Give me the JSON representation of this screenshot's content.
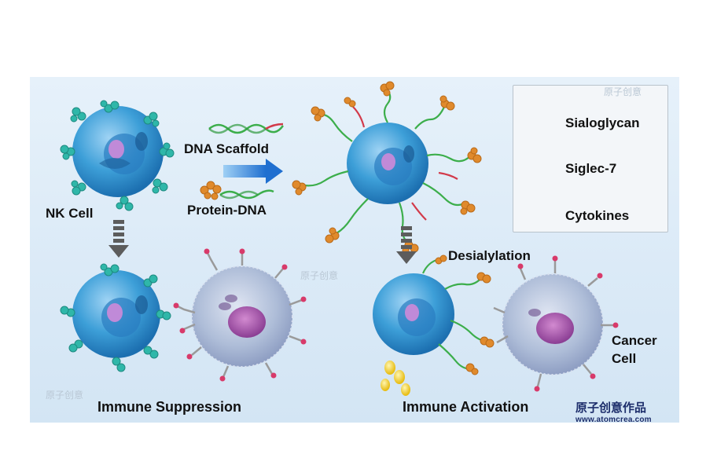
{
  "labels": {
    "nk_cell": "NK Cell",
    "dna_scaffold": "DNA Scaffold",
    "protein_dna": "Protein-DNA",
    "desialylation": "Desialylation",
    "immune_suppression": "Immune Suppression",
    "immune_activation": "Immune Activation",
    "cancer_cell": "Cancer\nCell"
  },
  "legend": {
    "items": [
      {
        "label": "Sialoglycan",
        "icon": "sialoglycan-icon"
      },
      {
        "label": "Siglec-7",
        "icon": "siglec7-icon"
      },
      {
        "label": "Cytokines",
        "icon": "cytokine-icon"
      }
    ]
  },
  "watermark": "原子创意",
  "brand": {
    "name": "原子创意作品",
    "url": "www.atomcrea.com"
  },
  "colors": {
    "nk_body": "#3d9fd8",
    "cancer_body": "#aebdd8",
    "siglec": "#2fb7a9",
    "protein": "#e08a2c",
    "dna_green": "#3cae4b",
    "dna_red": "#d23a4a",
    "arrow_blue": "#2a7fd4",
    "cytokine": "#f1d33c"
  }
}
